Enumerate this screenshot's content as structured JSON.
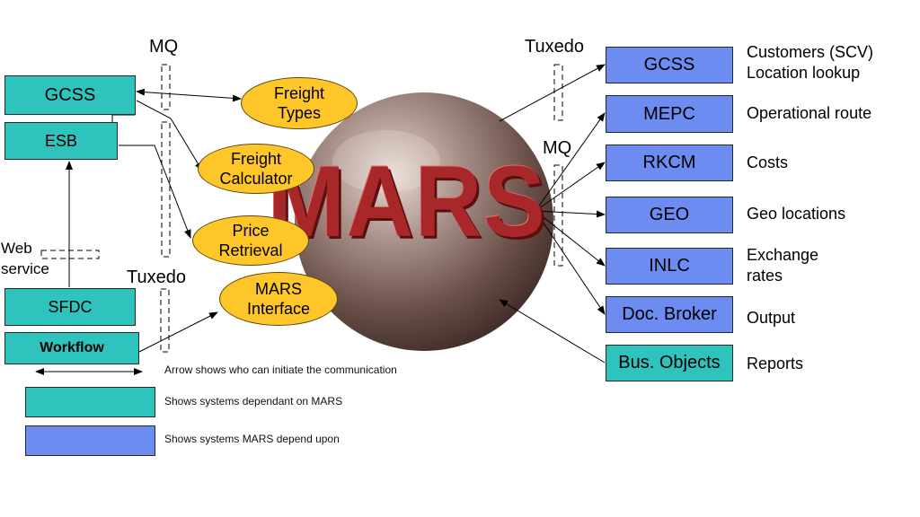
{
  "left_systems": {
    "gcss": "GCSS",
    "esb": "ESB",
    "sfdc": "SFDC",
    "workflow": "Workflow",
    "web_service": "Web\nservice"
  },
  "protocols": {
    "mq_left": "MQ",
    "tuxedo_left": "Tuxedo",
    "tuxedo_right": "Tuxedo",
    "mq_right": "MQ"
  },
  "interfaces": {
    "freight_types": "Freight\nTypes",
    "freight_calculator": "Freight\nCalculator",
    "price_retrieval": "Price\nRetrieval",
    "mars_interface": "MARS\nInterface"
  },
  "center": {
    "title": "MARS"
  },
  "right_systems": [
    {
      "name": "GCSS",
      "desc": "Customers (SCV)\nLocation lookup",
      "kind": "depends"
    },
    {
      "name": "MEPC",
      "desc": "Operational route",
      "kind": "depends"
    },
    {
      "name": "RKCM",
      "desc": "Costs",
      "kind": "depends"
    },
    {
      "name": "GEO",
      "desc": "Geo locations",
      "kind": "depends"
    },
    {
      "name": "INLC",
      "desc": "Exchange\nrates",
      "kind": "depends"
    },
    {
      "name": "Doc. Broker",
      "desc": "Output",
      "kind": "depends"
    },
    {
      "name": "Bus. Objects",
      "desc": "Reports",
      "kind": "dependant"
    }
  ],
  "legend": {
    "arrow": "Arrow shows who can initiate the communication",
    "teal": "Shows systems dependant on MARS",
    "blue": "Shows systems MARS depend upon"
  },
  "colors": {
    "teal": "#2ec4bd",
    "blue": "#6c8cf2",
    "oval": "#ffc62a",
    "mars_text": "#a8282a"
  }
}
